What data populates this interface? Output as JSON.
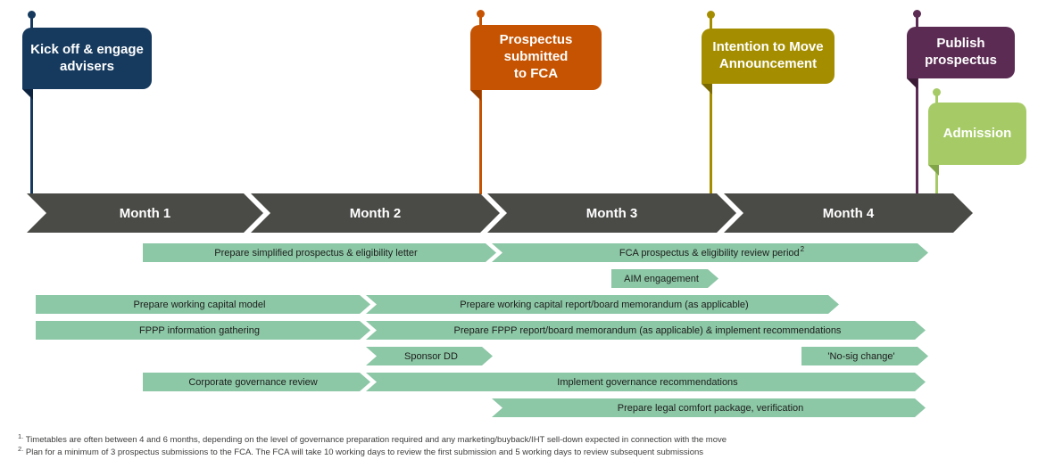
{
  "milestones": [
    {
      "label": "Kick off & engage\nadvisers",
      "color": "#163a5e",
      "fold_color": "#0c2440"
    },
    {
      "label": "Prospectus\nsubmitted\nto FCA",
      "color": "#c65301",
      "fold_color": "#943d00"
    },
    {
      "label": "Intention to Move\nAnnouncement",
      "color": "#a48e00",
      "fold_color": "#7a6900"
    },
    {
      "label": "Publish\nprospectus",
      "color": "#5b2b53",
      "fold_color": "#3c1b37"
    },
    {
      "label": "Admission",
      "color": "#a6cb66",
      "fold_color": "#80a647"
    }
  ],
  "timeline": {
    "bar_color": "#4a4a46",
    "months": [
      "Month 1",
      "Month 2",
      "Month 3",
      "Month 4"
    ]
  },
  "activities": {
    "bar_color": "#8cc7a6",
    "bars": [
      {
        "label": "Prepare simplified prospectus & eligibility letter"
      },
      {
        "label": "FCA prospectus & eligibility review period",
        "sup": "2"
      },
      {
        "label": "AIM engagement"
      },
      {
        "label": "Prepare working capital model"
      },
      {
        "label": "Prepare working capital report/board memorandum (as applicable)"
      },
      {
        "label": "FPPP information gathering"
      },
      {
        "label": "Prepare FPPP report/board memorandum (as applicable) & implement recommendations"
      },
      {
        "label": "Sponsor DD"
      },
      {
        "label": "'No-sig change'"
      },
      {
        "label": "Corporate governance review"
      },
      {
        "label": "Implement governance recommendations"
      },
      {
        "label": "Prepare legal comfort package, verification"
      }
    ]
  },
  "footnotes": [
    {
      "sup": "1.",
      "text": "Timetables are often between 4 and 6 months, depending on the level of governance preparation required and any marketing/buyback/IHT sell-down expected in connection with the move"
    },
    {
      "sup": "2.",
      "text": "Plan for a minimum of 3 prospectus submissions to the FCA. The FCA will take 10 working days to review the first submission and 5 working days to review subsequent submissions"
    }
  ]
}
